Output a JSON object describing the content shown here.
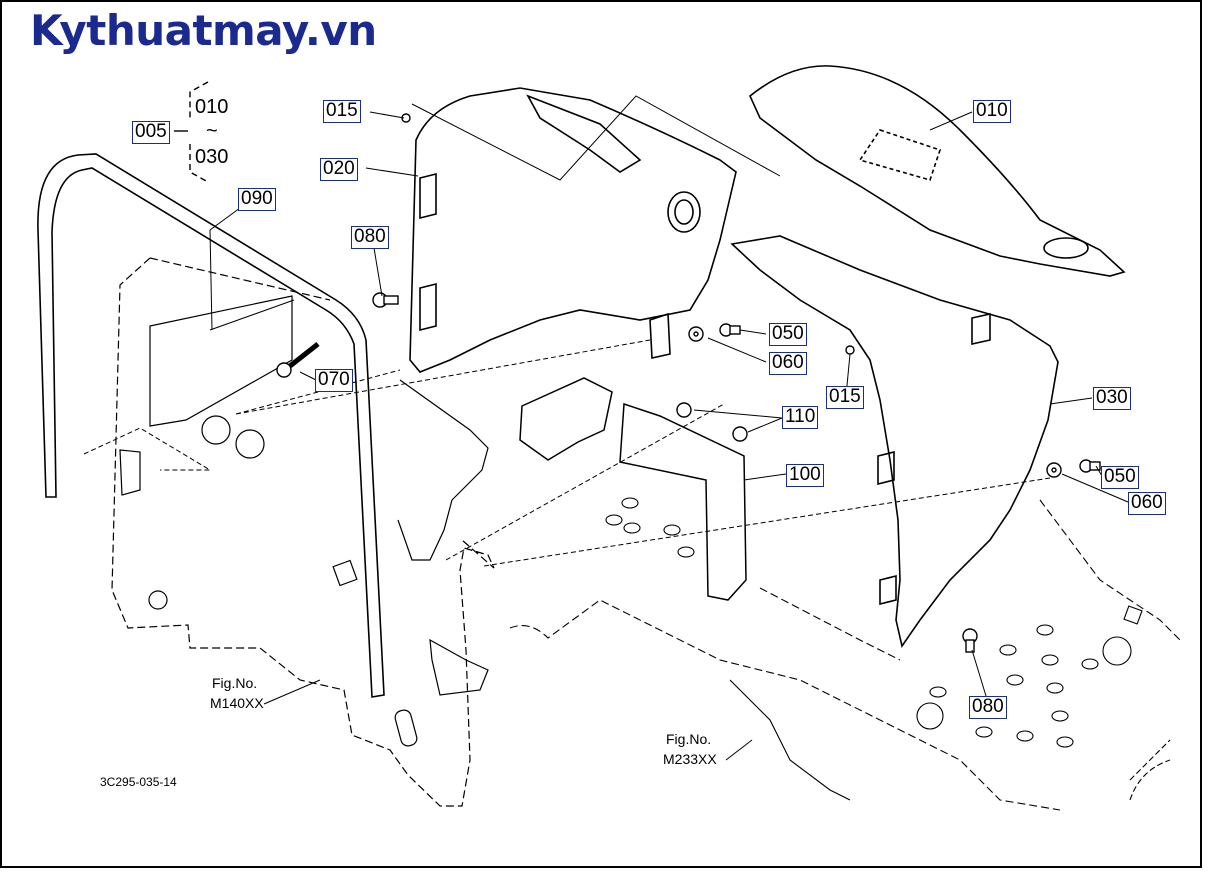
{
  "brand": {
    "text": "Kythuatmay.vn",
    "color": "#1b2a8f"
  },
  "callout_border_color": "#1b2d8a",
  "range": {
    "from": "010",
    "tilde": "~",
    "to": "030"
  },
  "labels": {
    "p005": "005",
    "p010": "010",
    "p015a": "015",
    "p015b": "015",
    "p020": "020",
    "p030": "030",
    "p050a": "050",
    "p050b": "050",
    "p060a": "060",
    "p060b": "060",
    "p070": "070",
    "p080a": "080",
    "p080b": "080",
    "p090": "090",
    "p100": "100",
    "p110": "110"
  },
  "fig_refs": [
    {
      "title": "Fig.No.",
      "code": "M140XX"
    },
    {
      "title": "Fig.No.",
      "code": "M233XX"
    }
  ],
  "drawing_code": "3C295-035-14"
}
